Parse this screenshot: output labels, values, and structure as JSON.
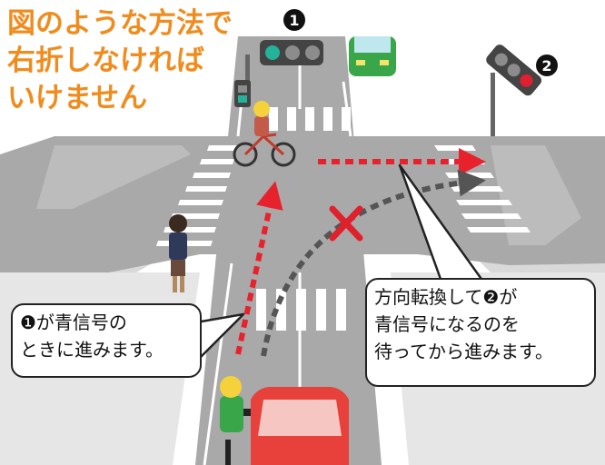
{
  "heading": {
    "lines": [
      "図のような方法で",
      "右折しなければ",
      "いけません"
    ],
    "color": "#f08c1e"
  },
  "signals": [
    {
      "label": "❶",
      "lit": "green"
    },
    {
      "label": "❷",
      "lit": "red"
    }
  ],
  "callout_left": {
    "lines": [
      "❶が青信号の",
      "ときに進みます。"
    ]
  },
  "callout_right": {
    "lines": [
      "方向転換して❷が",
      "青信号になるのを",
      "待ってから進みます。"
    ]
  },
  "colors": {
    "road": "#a9a9a9",
    "sidewalk": "#d9d9d9",
    "correct_path": "#e8222c",
    "wrong_path": "#555555",
    "wrong_mark": "#e0202a",
    "car_front": "#e8403a",
    "car_top": "#3aa64a",
    "signal_green": "#23b39a",
    "signal_red": "#e02030"
  },
  "icons": {
    "wrong_mark": "cross-icon",
    "correct_path": "dotted-arrow",
    "wrong_path": "dotted-curved-arrow"
  }
}
